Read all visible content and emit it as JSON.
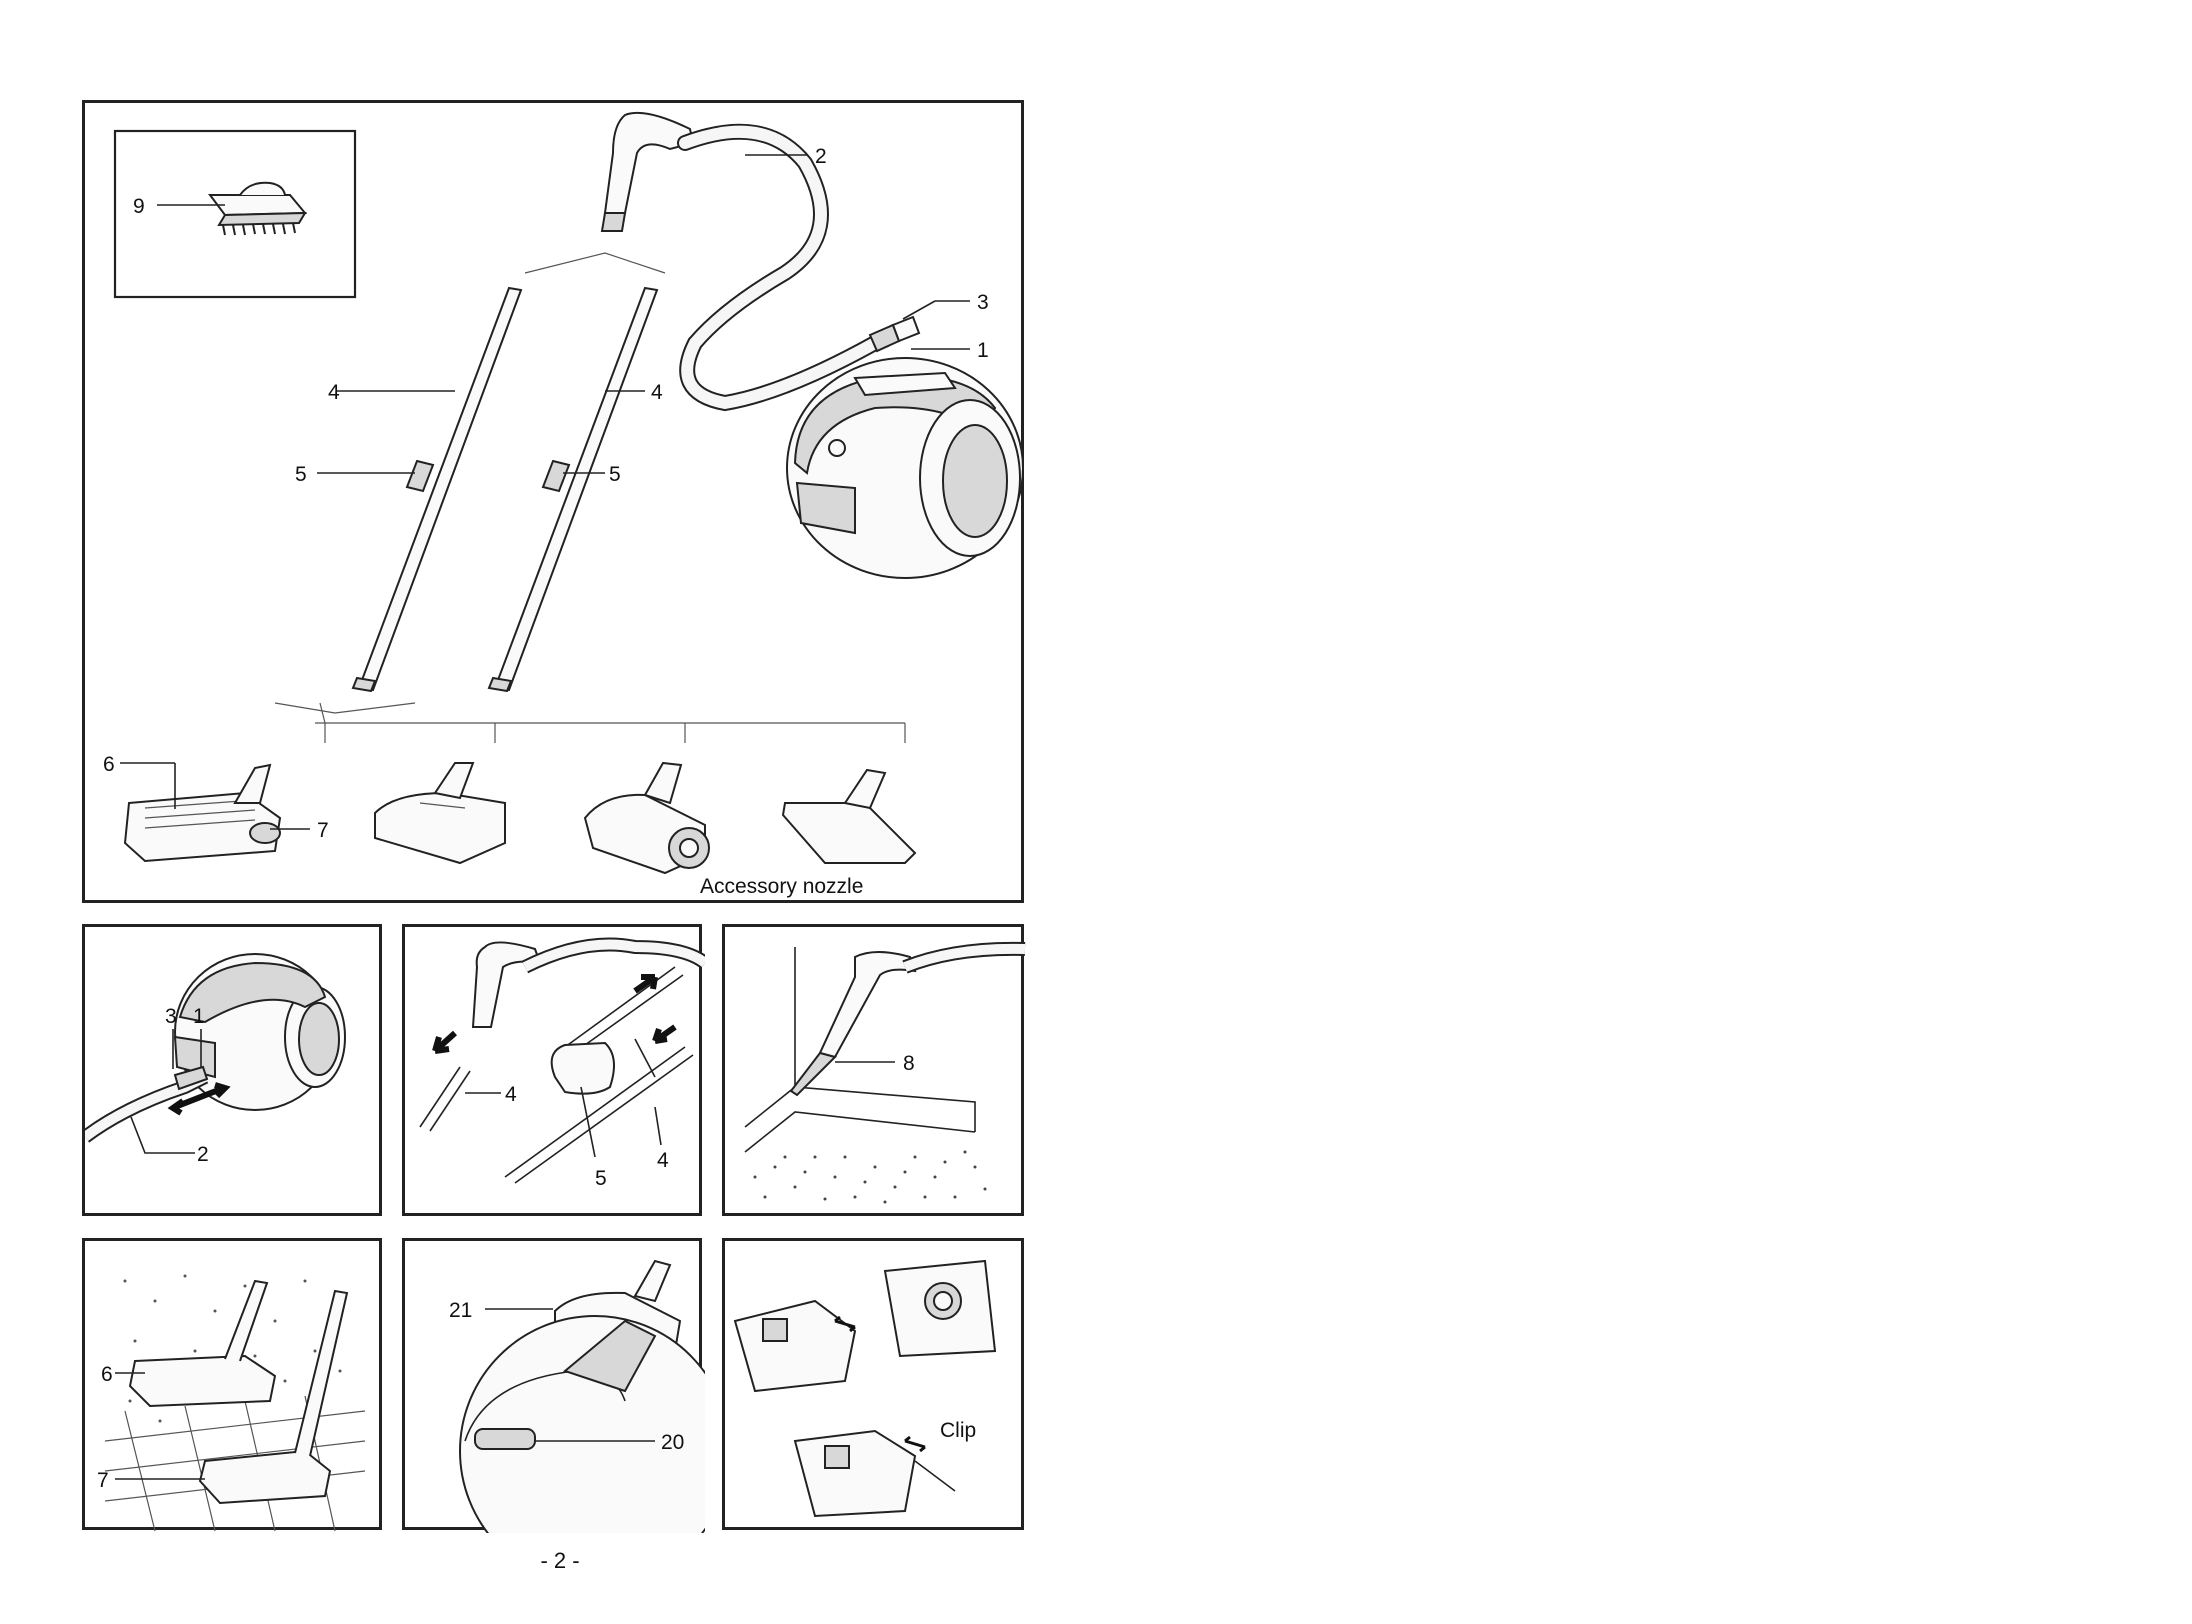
{
  "main_figure": {
    "callouts": {
      "c1": "1",
      "c2": "2",
      "c3": "3",
      "c4a": "4",
      "c4b": "4",
      "c5a": "5",
      "c5b": "5",
      "c6": "6",
      "c7": "7",
      "c9": "9"
    },
    "accessory_caption": "Accessory nozzle"
  },
  "panel_connect_hose": {
    "c3": "3",
    "c1": "1",
    "c2": "2"
  },
  "panel_attach_pipe": {
    "c4a": "4",
    "c4b": "4",
    "c5": "5"
  },
  "panel_crevice": {
    "c8": "8"
  },
  "panel_floor_nozzle": {
    "c6": "6",
    "c7": "7"
  },
  "panel_turbo_nozzle": {
    "c21": "21",
    "c20": "20"
  },
  "panel_dust_bag": {
    "clip": "Clip"
  },
  "footer": {
    "page_number": "- 2 -"
  }
}
